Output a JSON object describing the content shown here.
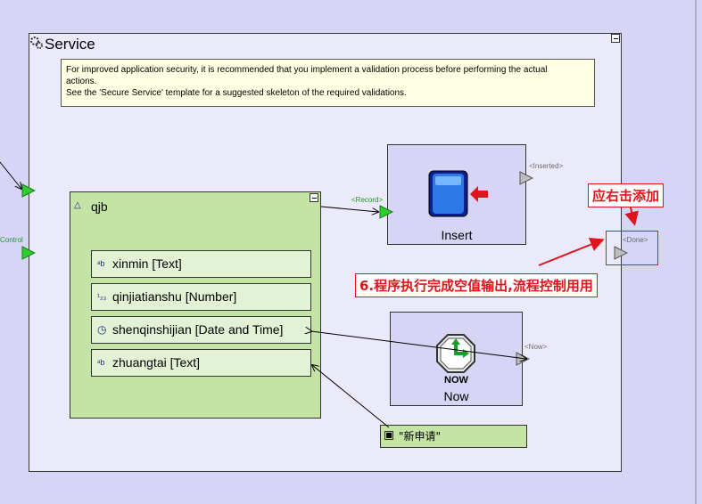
{
  "service": {
    "title": "Service",
    "note_line1": "For improved application security, it is recommended that you implement a validation process  before performing the actual",
    "note_line2": "actions.",
    "note_line3": "See the 'Secure Service' template for a suggested skeleton of the required validations."
  },
  "left_ports": {
    "control_label": "Control"
  },
  "record": {
    "name": "qjb",
    "fields": [
      {
        "icon": "ab",
        "label": "xinmin [Text]"
      },
      {
        "icon": "123",
        "label": "qinjiatianshu [Number]"
      },
      {
        "icon": "clock",
        "label": "shenqinshijian [Date and Time]"
      },
      {
        "icon": "ab",
        "label": "zhuangtai [Text]"
      }
    ]
  },
  "insert_block": {
    "label": "Insert",
    "in_port": "<Record>",
    "out_port": "<Inserted>"
  },
  "now_block": {
    "label": "Now",
    "icon_text": "NOW",
    "out_port": "<Now>"
  },
  "done_port": {
    "label": "<Done>"
  },
  "constant": {
    "value": "\"新申请\""
  },
  "annotations": {
    "right_click": "应右击添加",
    "step6": "6.程序执行完成空值输出,流程控制用用"
  }
}
